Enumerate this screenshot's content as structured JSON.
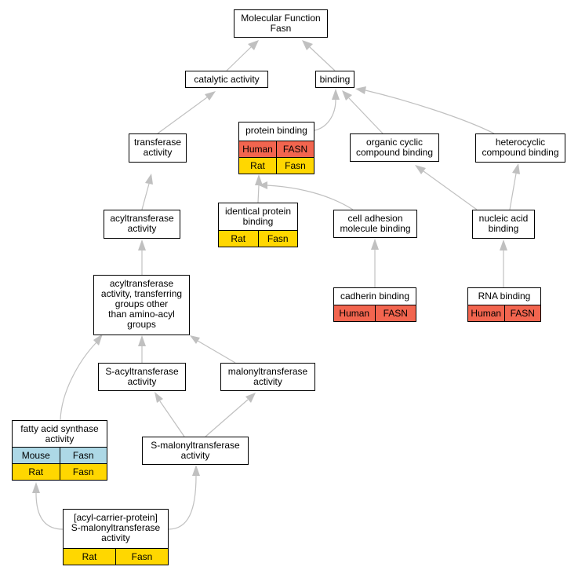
{
  "colors": {
    "edge": "#c0c0c0",
    "human": "#f2654f",
    "rat": "#ffd700",
    "mouse": "#add8e6",
    "border": "#000000"
  },
  "nodes": [
    {
      "id": "mf",
      "lines": [
        "Molecular Function",
        "Fasn"
      ],
      "annotations": []
    },
    {
      "id": "catalytic",
      "lines": [
        "catalytic activity"
      ],
      "annotations": []
    },
    {
      "id": "binding",
      "lines": [
        "binding"
      ],
      "annotations": []
    },
    {
      "id": "transferase",
      "lines": [
        "transferase",
        "activity"
      ],
      "annotations": []
    },
    {
      "id": "protein_binding",
      "lines": [
        "protein binding"
      ],
      "annotations": [
        {
          "species": "Human",
          "gene": "FASN",
          "color": "human"
        },
        {
          "species": "Rat",
          "gene": "Fasn",
          "color": "rat"
        }
      ]
    },
    {
      "id": "organic_cyclic",
      "lines": [
        "organic cyclic",
        "compound binding"
      ],
      "annotations": []
    },
    {
      "id": "heterocyclic",
      "lines": [
        "heterocyclic",
        "compound binding"
      ],
      "annotations": []
    },
    {
      "id": "acyltransferase",
      "lines": [
        "acyltransferase",
        "activity"
      ],
      "annotations": []
    },
    {
      "id": "identical_protein",
      "lines": [
        "identical protein",
        "binding"
      ],
      "annotations": [
        {
          "species": "Rat",
          "gene": "Fasn",
          "color": "rat"
        }
      ]
    },
    {
      "id": "cell_adhesion",
      "lines": [
        "cell adhesion",
        "molecule binding"
      ],
      "annotations": []
    },
    {
      "id": "nucleic_acid",
      "lines": [
        "nucleic acid",
        "binding"
      ],
      "annotations": []
    },
    {
      "id": "acyltransferase_non_amino",
      "lines": [
        "acyltransferase",
        "activity, transferring",
        "groups other",
        "than amino-acyl",
        "groups"
      ],
      "annotations": []
    },
    {
      "id": "cadherin",
      "lines": [
        "cadherin binding"
      ],
      "annotations": [
        {
          "species": "Human",
          "gene": "FASN",
          "color": "human"
        }
      ]
    },
    {
      "id": "rna_binding",
      "lines": [
        "RNA binding"
      ],
      "annotations": [
        {
          "species": "Human",
          "gene": "FASN",
          "color": "human"
        }
      ]
    },
    {
      "id": "s_acyltransferase",
      "lines": [
        "S-acyltransferase",
        "activity"
      ],
      "annotations": []
    },
    {
      "id": "malonyltransferase",
      "lines": [
        "malonyltransferase",
        "activity"
      ],
      "annotations": []
    },
    {
      "id": "fatty_acid_synthase",
      "lines": [
        "fatty acid synthase",
        "activity"
      ],
      "annotations": [
        {
          "species": "Mouse",
          "gene": "Fasn",
          "color": "mouse"
        },
        {
          "species": "Rat",
          "gene": "Fasn",
          "color": "rat"
        }
      ]
    },
    {
      "id": "s_malonyltransferase",
      "lines": [
        "S-malonyltransferase",
        "activity"
      ],
      "annotations": []
    },
    {
      "id": "acp_s_malonyltransferase",
      "lines": [
        "[acyl-carrier-protein]",
        "S-malonyltransferase",
        "activity"
      ],
      "annotations": [
        {
          "species": "Rat",
          "gene": "Fasn",
          "color": "rat"
        }
      ]
    }
  ],
  "edges": [
    {
      "from": "catalytic",
      "to": "mf"
    },
    {
      "from": "binding",
      "to": "mf"
    },
    {
      "from": "transferase",
      "to": "catalytic"
    },
    {
      "from": "protein_binding",
      "to": "binding"
    },
    {
      "from": "organic_cyclic",
      "to": "binding"
    },
    {
      "from": "heterocyclic",
      "to": "binding"
    },
    {
      "from": "acyltransferase",
      "to": "transferase"
    },
    {
      "from": "identical_protein",
      "to": "protein_binding"
    },
    {
      "from": "cell_adhesion",
      "to": "protein_binding"
    },
    {
      "from": "nucleic_acid",
      "to": "organic_cyclic"
    },
    {
      "from": "nucleic_acid",
      "to": "heterocyclic"
    },
    {
      "from": "acyltransferase_non_amino",
      "to": "acyltransferase"
    },
    {
      "from": "cadherin",
      "to": "cell_adhesion"
    },
    {
      "from": "rna_binding",
      "to": "nucleic_acid"
    },
    {
      "from": "s_acyltransferase",
      "to": "acyltransferase_non_amino"
    },
    {
      "from": "malonyltransferase",
      "to": "acyltransferase_non_amino"
    },
    {
      "from": "fatty_acid_synthase",
      "to": "acyltransferase_non_amino"
    },
    {
      "from": "s_malonyltransferase",
      "to": "s_acyltransferase"
    },
    {
      "from": "s_malonyltransferase",
      "to": "malonyltransferase"
    },
    {
      "from": "acp_s_malonyltransferase",
      "to": "fatty_acid_synthase"
    },
    {
      "from": "acp_s_malonyltransferase",
      "to": "s_malonyltransferase"
    }
  ]
}
